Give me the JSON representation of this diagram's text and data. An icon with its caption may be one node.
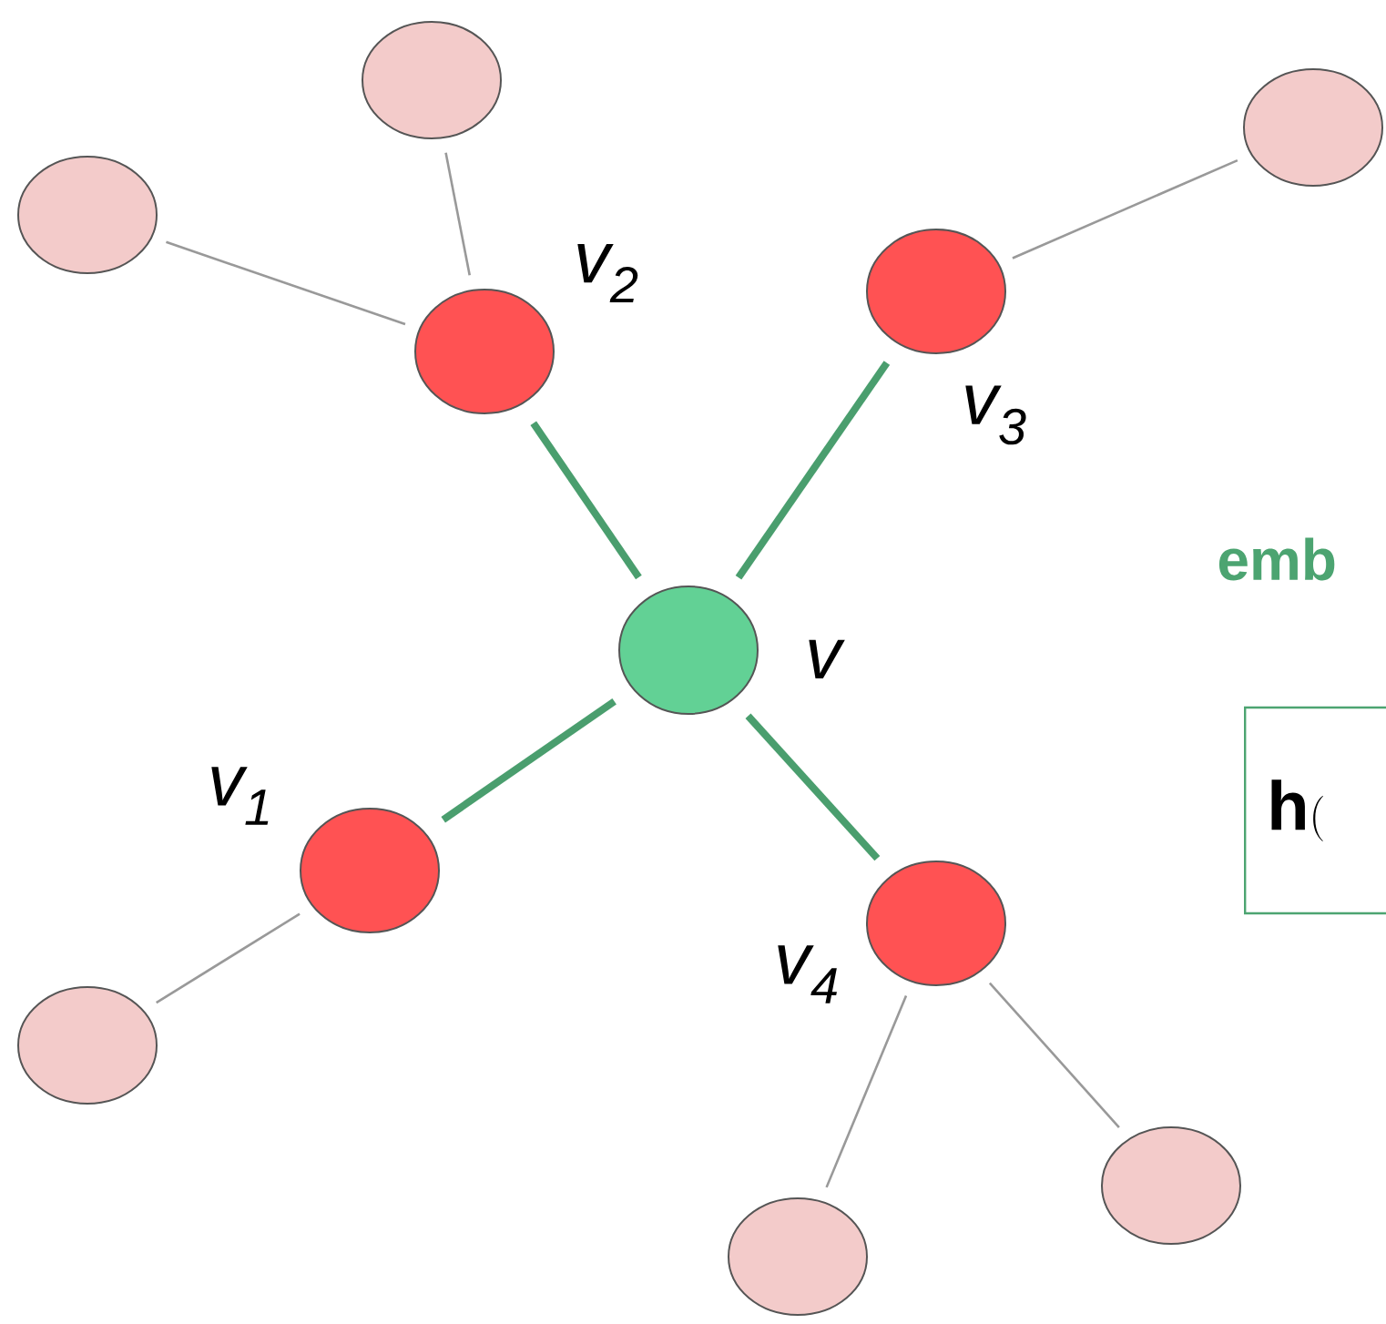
{
  "diagram": {
    "nodes": [
      {
        "text": [],
        "shape": "circle",
        "beside": [
          "v"
        ]
      },
      {
        "text": [],
        "shape": "circle",
        "beside": [
          "v$_{1}$"
        ]
      },
      {
        "text": [],
        "shape": "circle",
        "beside": [
          "v$_{2}$"
        ]
      },
      {
        "text": [],
        "shape": "circle",
        "beside": [
          "v$_{3}$"
        ]
      },
      {
        "text": [],
        "shape": "circle",
        "beside": [
          "v$_{4}$"
        ]
      },
      {
        "text": [],
        "shape": "circle"
      },
      {
        "text": [],
        "shape": "circle"
      },
      {
        "text": [],
        "shape": "circle"
      },
      {
        "text": [],
        "shape": "circle"
      },
      {
        "text": [],
        "shape": "circle"
      },
      {
        "text": [],
        "shape": "circle"
      },
      {
        "text": [
          "\\mathbf{h}("
        ]
      }
    ],
    "edges": [
      {
        "from": 0,
        "to": 1,
        "arrow": "none",
        "style": "thick",
        "color": "#4a9e6e"
      },
      {
        "from": 0,
        "to": 2,
        "arrow": "none",
        "style": "thick",
        "color": "#4a9e6e"
      },
      {
        "from": 0,
        "to": 3,
        "arrow": "none",
        "style": "thick",
        "color": "#4a9e6e"
      },
      {
        "from": 0,
        "to": 4,
        "arrow": "none",
        "style": "thick",
        "color": "#4a9e6e"
      },
      {
        "from": 2,
        "to": 5,
        "arrow": "none"
      },
      {
        "from": 2,
        "to": 6,
        "arrow": "none"
      },
      {
        "from": 3,
        "to": 7,
        "arrow": "none"
      },
      {
        "from": 1,
        "to": 8,
        "arrow": "none"
      },
      {
        "from": 4,
        "to": 9,
        "arrow": "none"
      },
      {
        "from": 4,
        "to": 10,
        "arrow": "none"
      }
    ],
    "labels": [
      "emb"
    ]
  }
}
